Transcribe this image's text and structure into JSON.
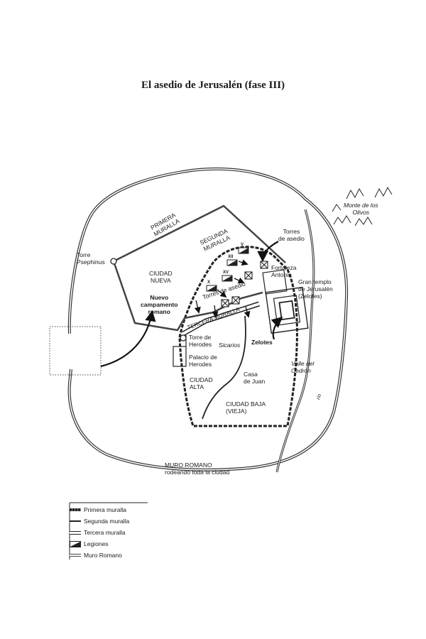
{
  "title": "El asedio de Jerusalén (fase III)",
  "labels": {
    "primera_muralla": [
      "PRIMERA",
      "MURALLA"
    ],
    "segunda_muralla": [
      "SEGUNDA",
      "MURALLA"
    ],
    "tercera_muralla": "TERCERA MURALLA",
    "torre_psephinus": [
      "Torre",
      "Psephinus"
    ],
    "ciudad_nueva": [
      "CIUDAD",
      "NUEVA"
    ],
    "nuevo_campamento": [
      "Nuevo",
      "campamento",
      "romano"
    ],
    "torres_asedio_top": [
      "Torres",
      "de asedio"
    ],
    "torres_asedio_mid": "Torres de asedio",
    "fortaleza": [
      "Fortaleza",
      "Antonia"
    ],
    "templo": [
      "Gran templo",
      "de Jerusalén",
      "(Zelotes)"
    ],
    "monte": [
      "Monte de los",
      "Olivos"
    ],
    "torre_herodes": [
      "Torre de",
      "Herodes"
    ],
    "sicarios": "Sicarios",
    "zelotes": "Zelotes",
    "palacio": [
      "Palacio de",
      "Herodes"
    ],
    "ciudad_alta": [
      "CIUDAD",
      "ALTA"
    ],
    "casa_juan": [
      "Casa",
      "de Juan"
    ],
    "ciudad_baja": [
      "CIUDAD BAJA",
      "(VIEJA)"
    ],
    "valle": [
      "Valle del",
      "Cedrón"
    ],
    "rio": "río",
    "muro_romano": [
      "MURO ROMANO",
      "rodeando toda la ciudad"
    ]
  },
  "legions": [
    {
      "id": "v",
      "label": "V"
    },
    {
      "id": "xii",
      "label": "XII"
    },
    {
      "id": "xv",
      "label": "XV"
    },
    {
      "id": "x",
      "label": "X"
    }
  ],
  "legend": [
    {
      "label": "Primera muralla",
      "style": "primera"
    },
    {
      "label": "Segunda muralla",
      "style": "segunda"
    },
    {
      "label": "Tercera muralla",
      "style": "tercera"
    },
    {
      "label": "Legiones",
      "style": "legion"
    },
    {
      "label": "Muro Romano",
      "style": "romano"
    }
  ]
}
